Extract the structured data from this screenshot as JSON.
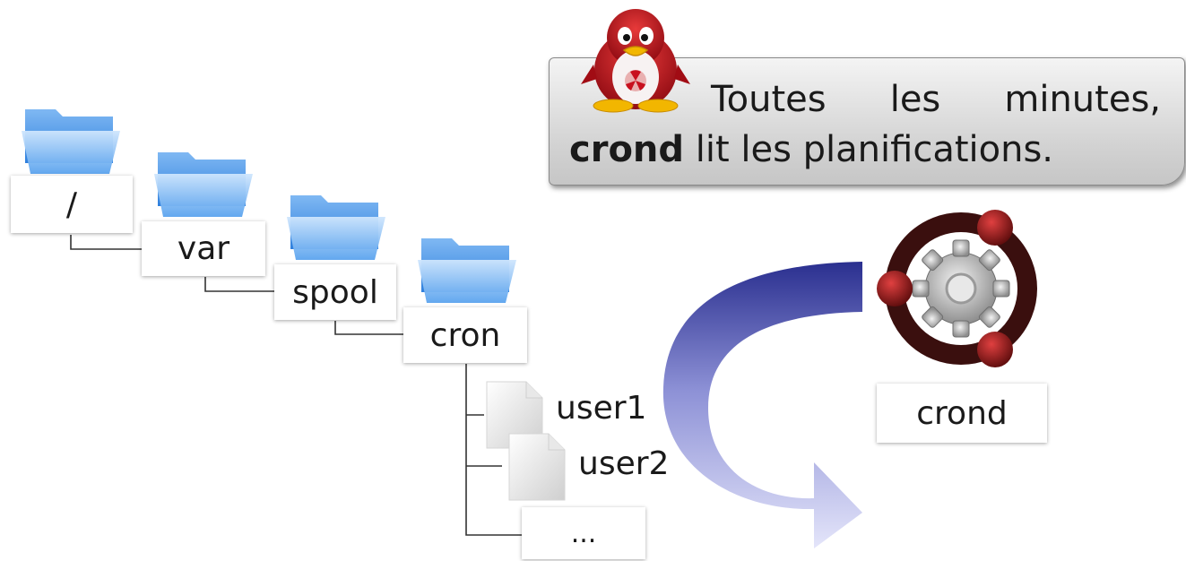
{
  "tree": {
    "root": "/",
    "var": "var",
    "spool": "spool",
    "cron": "cron",
    "files": [
      "user1",
      "user2",
      "..."
    ]
  },
  "callout": {
    "line1": "Toutes les minutes,",
    "bold": "crond",
    "line2_rest": " lit les planifications."
  },
  "daemon": {
    "label": "crond"
  },
  "icons": {
    "folder": "folder-icon",
    "document": "document-icon",
    "mascot": "tux-penguin-icon",
    "daemon": "gear-icon",
    "arrow": "curved-arrow-icon"
  },
  "colors": {
    "folder_light": "#a9d3fb",
    "folder_dark": "#3d8fe6",
    "arrow_dark": "#2a2f8f",
    "arrow_light": "#d6d8f6",
    "penguin_red": "#c8101e",
    "daemon_ring": "#5a1210"
  }
}
